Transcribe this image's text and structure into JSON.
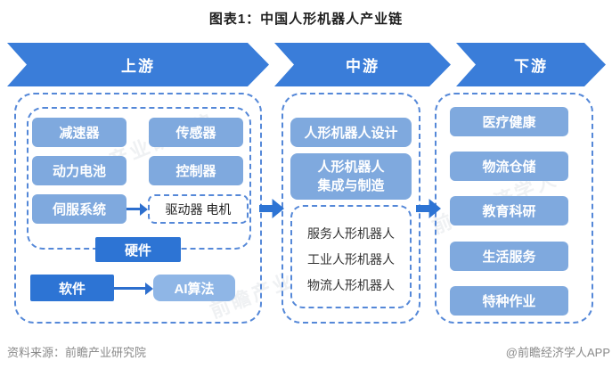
{
  "title": "图表1：中国人形机器人产业链",
  "stages": [
    {
      "label": "上游"
    },
    {
      "label": "中游"
    },
    {
      "label": "下游"
    }
  ],
  "upstream": {
    "components": [
      "减速器",
      "传感器",
      "动力电池",
      "控制器",
      "伺服系统"
    ],
    "driver_motor": "驱动器 电机",
    "hardware_label": "硬件",
    "software_label": "软件",
    "ai_label": "AI算法"
  },
  "midstream": {
    "design": "人形机器人设计",
    "manufacture_line1": "人形机器人",
    "manufacture_line2": "集成与制造",
    "robot_types": [
      "服务人形机器人",
      "工业人形机器人",
      "物流人形机器人"
    ]
  },
  "downstream": {
    "applications": [
      "医疗健康",
      "物流仓储",
      "教育科研",
      "生活服务",
      "特种作业"
    ]
  },
  "footer": {
    "source": "资料来源：前瞻产业研究院",
    "credit": "@前瞻经济学人APP"
  },
  "watermark": {
    "text1": "前瞻产业研究院",
    "text2": "前瞻经济学人"
  },
  "colors": {
    "chevron_blue": "#3a7dd9",
    "box_light_blue": "#7fa9de",
    "box_dark_blue": "#2d74d4",
    "dashed_border_blue": "#5588d8",
    "footer_gray": "#8a8a8a"
  }
}
